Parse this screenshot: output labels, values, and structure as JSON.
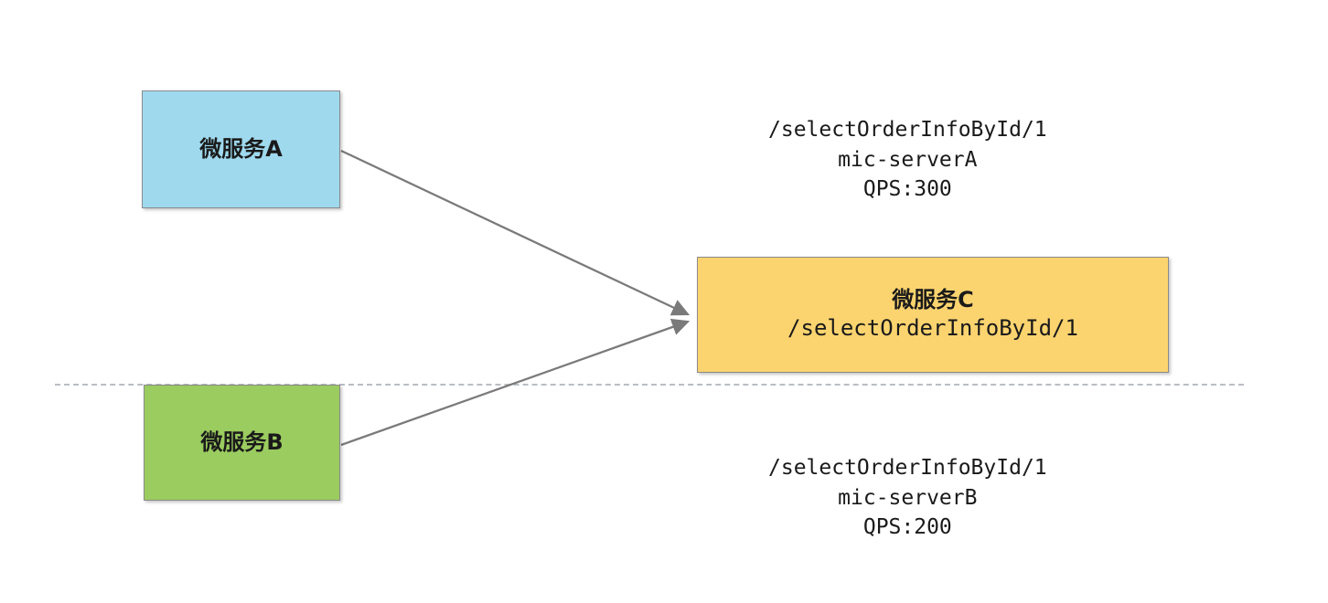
{
  "diagram": {
    "title": "microservice-routing-diagram",
    "colors": {
      "node_a_fill": "#9FD9EE",
      "node_b_fill": "#9BCC5F",
      "node_c_fill": "#FCD46F",
      "node_border": "#8A8A8A",
      "connector": "#7A7A7A",
      "divider": "#B9BEC3",
      "text": "#1A1A1A"
    }
  },
  "nodes": {
    "service_a": {
      "label": "微服务A",
      "sub": ""
    },
    "service_b": {
      "label": "微服务B",
      "sub": ""
    },
    "service_c": {
      "label": "微服务C",
      "sub": "/selectOrderInfoById/1"
    }
  },
  "annotations": {
    "top": {
      "line1": "/selectOrderInfoById/1",
      "line2": "mic-serverA",
      "line3": "QPS:300"
    },
    "bottom": {
      "line1": "/selectOrderInfoById/1",
      "line2": "mic-serverB",
      "line3": "QPS:200"
    }
  },
  "connectors": [
    {
      "name": "edge-a-to-c",
      "from": "service_a",
      "to": "service_c",
      "style": "solid-arrow"
    },
    {
      "name": "edge-b-to-c",
      "from": "service_b",
      "to": "service_c",
      "style": "solid-arrow"
    }
  ],
  "divider": {
    "name": "dashed-divider",
    "style": "dashed"
  }
}
